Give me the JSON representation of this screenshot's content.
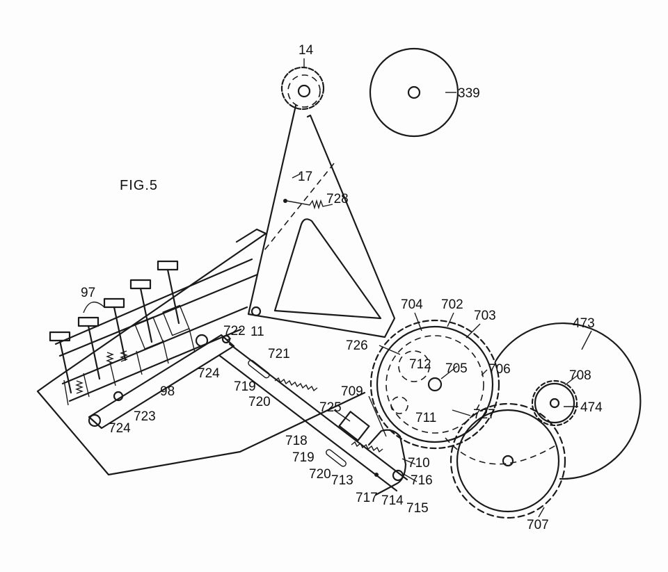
{
  "figure": {
    "title": "FIG.5"
  },
  "labels": [
    {
      "id": "l14",
      "text": "14"
    },
    {
      "id": "l339",
      "text": "339"
    },
    {
      "id": "l17",
      "text": "17"
    },
    {
      "id": "l728",
      "text": "728"
    },
    {
      "id": "l97",
      "text": "97"
    },
    {
      "id": "l11",
      "text": "11"
    },
    {
      "id": "l704",
      "text": "704"
    },
    {
      "id": "l702",
      "text": "702"
    },
    {
      "id": "l703",
      "text": "703"
    },
    {
      "id": "l473",
      "text": "473"
    },
    {
      "id": "l726",
      "text": "726"
    },
    {
      "id": "l722",
      "text": "722"
    },
    {
      "id": "l721",
      "text": "721"
    },
    {
      "id": "l712",
      "text": "712"
    },
    {
      "id": "l705",
      "text": "705"
    },
    {
      "id": "l706",
      "text": "706"
    },
    {
      "id": "l708",
      "text": "708"
    },
    {
      "id": "l724a",
      "text": "724"
    },
    {
      "id": "l98",
      "text": "98"
    },
    {
      "id": "l719a",
      "text": "719"
    },
    {
      "id": "l720a",
      "text": "720"
    },
    {
      "id": "l709",
      "text": "709"
    },
    {
      "id": "l725",
      "text": "725"
    },
    {
      "id": "l711",
      "text": "711"
    },
    {
      "id": "l727",
      "text": "727"
    },
    {
      "id": "l474",
      "text": "474"
    },
    {
      "id": "l723",
      "text": "723"
    },
    {
      "id": "l724b",
      "text": "724"
    },
    {
      "id": "l718",
      "text": "718"
    },
    {
      "id": "l719b",
      "text": "719"
    },
    {
      "id": "l720b",
      "text": "720"
    },
    {
      "id": "l710",
      "text": "710"
    },
    {
      "id": "l713",
      "text": "713"
    },
    {
      "id": "l716",
      "text": "716"
    },
    {
      "id": "l717",
      "text": "717"
    },
    {
      "id": "l714",
      "text": "714"
    },
    {
      "id": "l715",
      "text": "715"
    },
    {
      "id": "l707",
      "text": "707"
    }
  ]
}
